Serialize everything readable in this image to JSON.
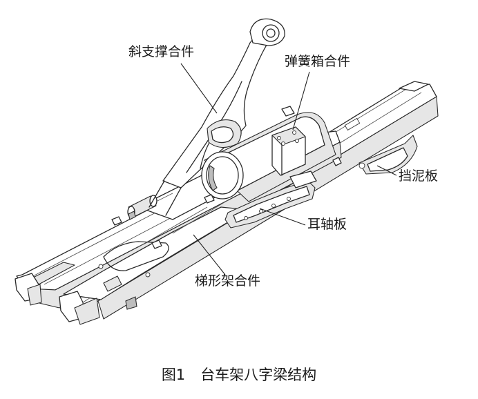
{
  "labels": {
    "diagonal_brace": "斜支撑合件",
    "spring_box": "弹簧箱合件",
    "mudguard": "挡泥板",
    "lug_plate": "耳轴板",
    "ladder_frame": "梯形架合件"
  },
  "caption": {
    "figure_number": "图1",
    "title": "台车架八字梁结构"
  }
}
